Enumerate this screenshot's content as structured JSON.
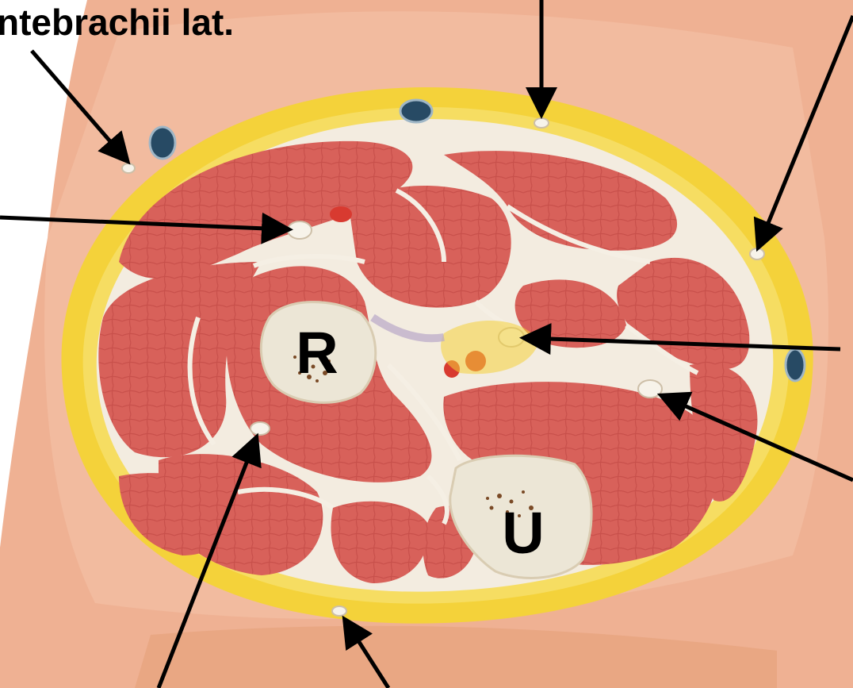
{
  "labels": {
    "top_left_text": "ntebrachii lat.",
    "bone_radius": "R",
    "bone_ulna": "U"
  },
  "colors": {
    "skin": "#efb193",
    "skin_light": "#f6cdb6",
    "fat": "#f4d23a",
    "fascia": "#f3ece0",
    "muscle": "#d8615a",
    "muscle_dark": "#c9504a",
    "bone": "#ece6d6",
    "marrow": "#7a4a26",
    "vein": "#274a64",
    "artery": "#d83a30",
    "arrow": "#000000"
  }
}
